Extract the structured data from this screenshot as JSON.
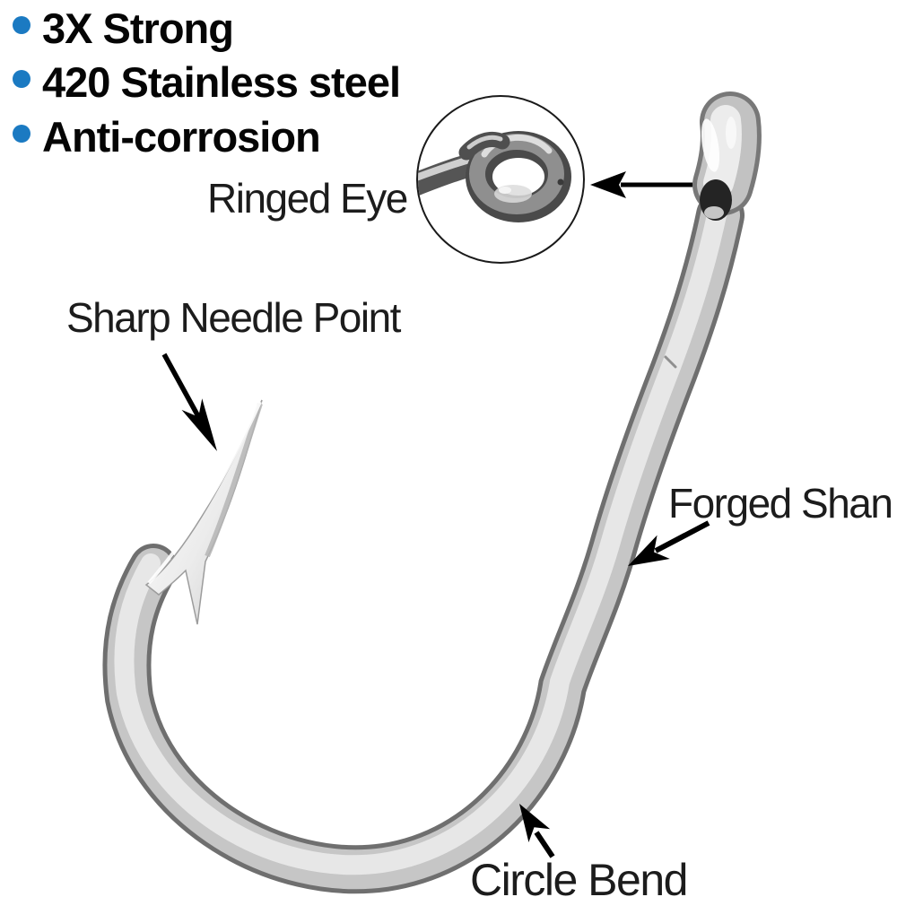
{
  "product_features": {
    "bullet_color": "#1b7ac2",
    "items": [
      {
        "label": "3X Strong"
      },
      {
        "label": "420 Stainless steel"
      },
      {
        "label": "Anti-corrosion"
      }
    ]
  },
  "annotations": {
    "ringed_eye": {
      "label": "Ringed Eye"
    },
    "sharp_needle_point": {
      "label": "Sharp Needle Point"
    },
    "forged_shank": {
      "label": "Forged Shan"
    },
    "circle_bend": {
      "label": "Circle Bend"
    }
  },
  "colors": {
    "background": "#ffffff",
    "feature_text": "#050505",
    "label_text": "#1c1c1c",
    "arrow": "#000000",
    "inset_border": "#1a1a1a",
    "metal_dark": "#6f6f6f",
    "metal_mid": "#c6c6c6",
    "metal_light": "#e9e9e9"
  }
}
